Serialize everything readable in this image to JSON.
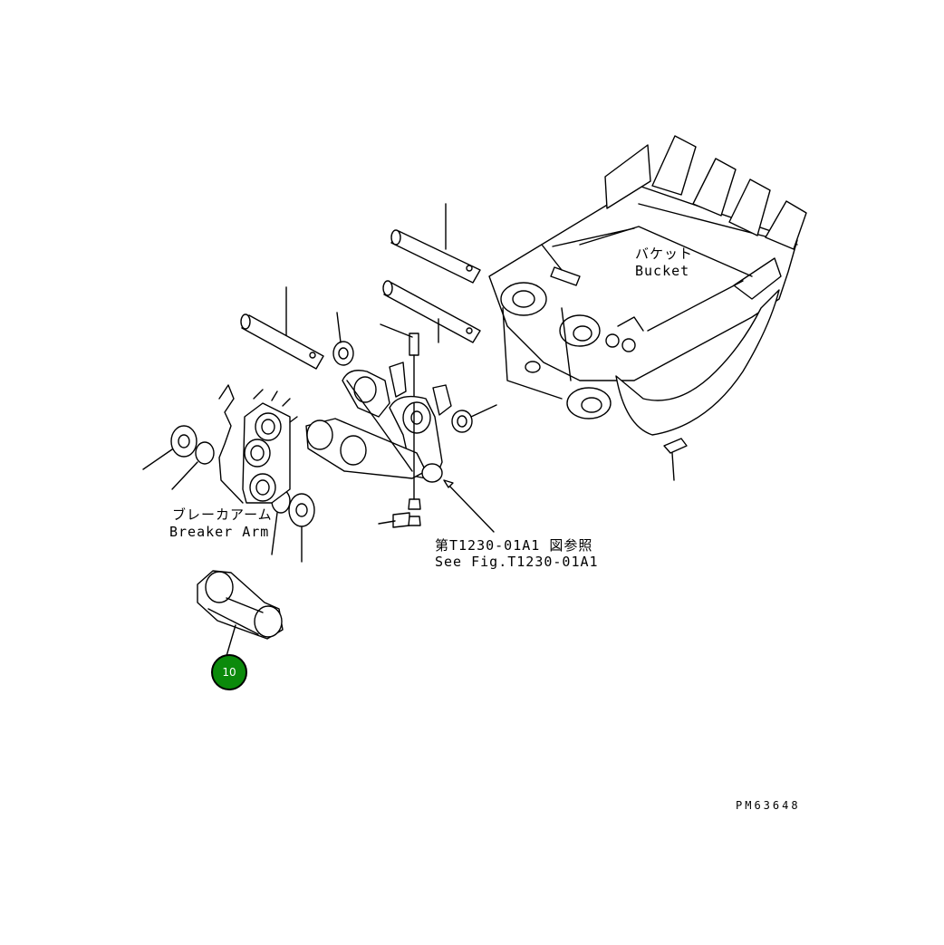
{
  "labels": {
    "bucket_jp": "バケット",
    "bucket_en": "Bucket",
    "breaker_arm_jp": "ブレーカアーム",
    "breaker_arm_en": "Breaker Arm",
    "see_fig_jp": "第T1230-01A1 図参照",
    "see_fig_en": "See Fig.T1230-01A1",
    "drawing_number": "PM63648"
  },
  "callout": {
    "number": "10",
    "color": "#0b8a0b"
  }
}
